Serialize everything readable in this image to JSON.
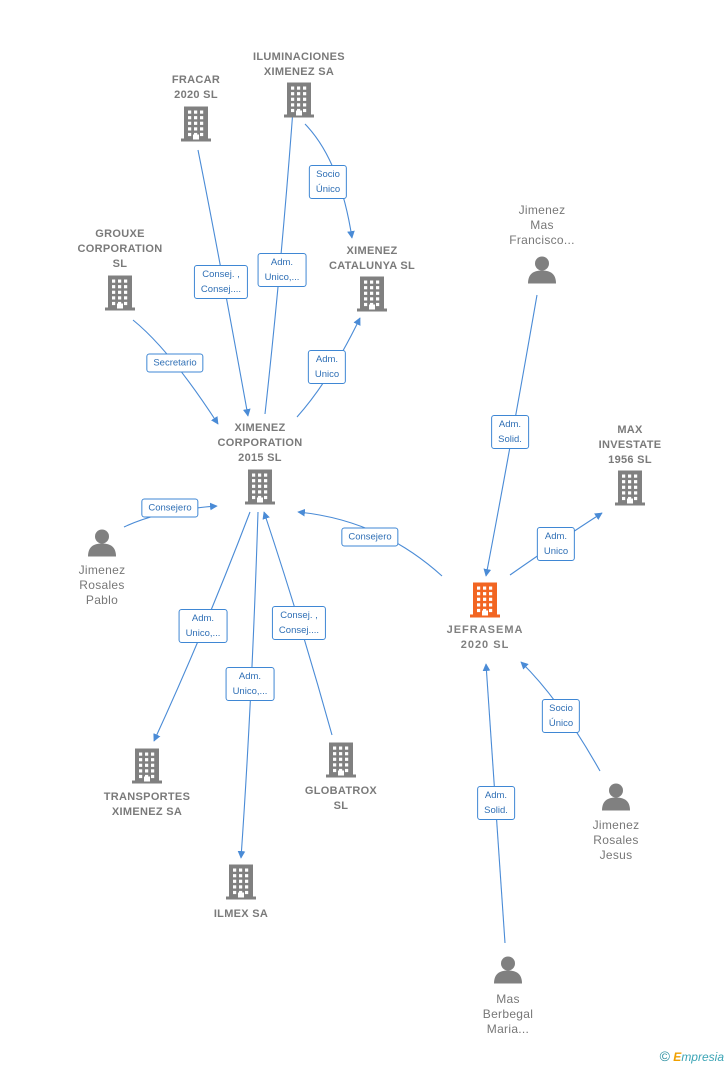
{
  "colors": {
    "edge": "#4a8bd6",
    "node": "#808080",
    "focus_node": "#f26522",
    "label_border": "#3f87d4"
  },
  "nodes": [
    {
      "id": "fracar",
      "type": "company",
      "label": "FRACAR\n2020  SL"
    },
    {
      "id": "iluminaciones",
      "type": "company",
      "label": "ILUMINACIONES\nXIMENEZ SA"
    },
    {
      "id": "grouxe",
      "type": "company",
      "label": "GROUXE\nCORPORATION\nSL"
    },
    {
      "id": "ximenez_catalunya",
      "type": "company",
      "label": "XIMENEZ\nCATALUNYA SL"
    },
    {
      "id": "ximenez_corp",
      "type": "company",
      "label": "XIMENEZ\nCORPORATION\n2015  SL"
    },
    {
      "id": "jimenez_mas",
      "type": "person",
      "label": "Jimenez\nMas\nFrancisco..."
    },
    {
      "id": "max_investate",
      "type": "company",
      "label": "MAX\nINVESTATE\n1956  SL"
    },
    {
      "id": "jimenez_pablo",
      "type": "person",
      "label": "Jimenez\nRosales\nPablo"
    },
    {
      "id": "jefrasema",
      "type": "focus",
      "label": "JEFRASEMA\n2020  SL"
    },
    {
      "id": "transportes",
      "type": "company",
      "label": "TRANSPORTES\nXIMENEZ SA"
    },
    {
      "id": "globatrox",
      "type": "company",
      "label": "GLOBATROX\nSL"
    },
    {
      "id": "jimenez_jesus",
      "type": "person",
      "label": "Jimenez\nRosales\nJesus"
    },
    {
      "id": "ilmex",
      "type": "company",
      "label": "ILMEX SA"
    },
    {
      "id": "mas_berbegal",
      "type": "person",
      "label": "Mas\nBerbegal\nMaria..."
    }
  ],
  "edges": [
    {
      "from": "fracar",
      "to": "ximenez_corp",
      "label": "Consej. ,\nConsej...."
    },
    {
      "from": "ximenez_corp",
      "to": "iluminaciones",
      "label": "Adm.\nUnico,..."
    },
    {
      "from": "iluminaciones",
      "to": "ximenez_catalunya",
      "label": "Socio\nÚnico"
    },
    {
      "from": "grouxe",
      "to": "ximenez_corp",
      "label": "Secretario"
    },
    {
      "from": "ximenez_corp",
      "to": "ximenez_catalunya",
      "label": "Adm.\nUnico"
    },
    {
      "from": "jimenez_mas",
      "to": "jefrasema",
      "label": "Adm.\nSolid."
    },
    {
      "from": "jefrasema",
      "to": "max_investate",
      "label": "Adm.\nUnico"
    },
    {
      "from": "jimenez_pablo",
      "to": "ximenez_corp",
      "label": "Consejero"
    },
    {
      "from": "jefrasema",
      "to": "ximenez_corp",
      "label": "Consejero"
    },
    {
      "from": "ximenez_corp",
      "to": "transportes",
      "label": "Adm.\nUnico,..."
    },
    {
      "from": "ximenez_corp",
      "to": "ilmex",
      "label": "Adm.\nUnico,..."
    },
    {
      "from": "globatrox",
      "to": "ximenez_corp",
      "label": "Consej. ,\nConsej...."
    },
    {
      "from": "jimenez_jesus",
      "to": "jefrasema",
      "label": "Socio\nÚnico"
    },
    {
      "from": "mas_berbegal",
      "to": "jefrasema",
      "label": "Adm.\nSolid."
    }
  ],
  "brand": {
    "copyright": "©",
    "first_letter": "E",
    "rest": "mpresia"
  }
}
